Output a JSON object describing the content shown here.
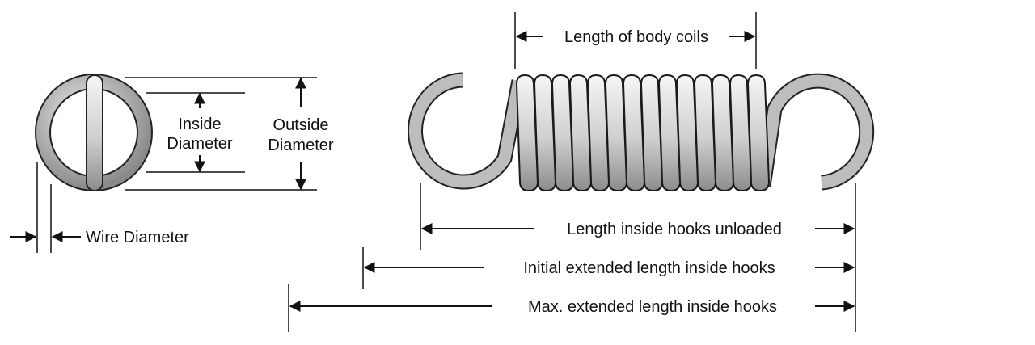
{
  "end_view": {
    "inside_diameter_line1": "Inside",
    "inside_diameter_line2": "Diameter",
    "outside_diameter_line1": "Outside",
    "outside_diameter_line2": "Diameter",
    "wire_diameter": "Wire Diameter"
  },
  "side_view": {
    "coil_count": 14,
    "length_body_coils": "Length of body coils",
    "length_inside_hooks_unloaded": "Length inside hooks unloaded",
    "initial_extended_length": "Initial extended length inside hooks",
    "max_extended_length": "Max. extended length inside hooks"
  },
  "colors": {
    "line": "#111111",
    "metal_light": "#f4f4f4",
    "metal_dark": "#8a8a8a"
  }
}
